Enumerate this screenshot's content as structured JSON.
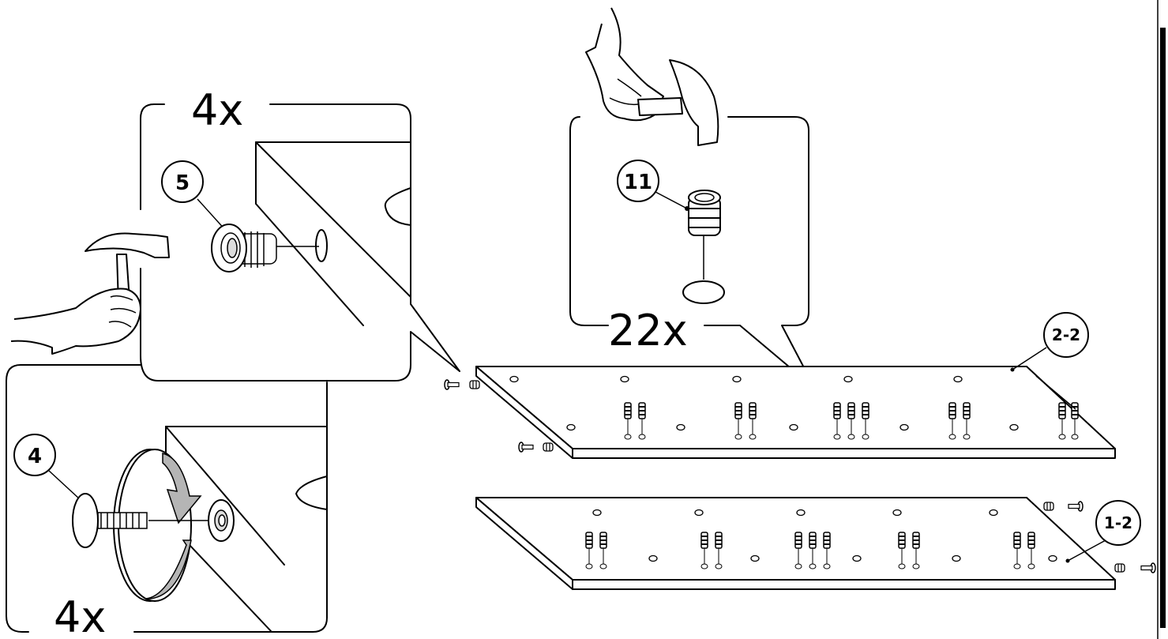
{
  "callouts": {
    "part_5": {
      "number": "5",
      "quantity": "4x"
    },
    "part_4": {
      "number": "4",
      "quantity": "4x"
    },
    "part_11": {
      "number": "11",
      "quantity": "22x"
    }
  },
  "boards": {
    "upper": {
      "label": "2-2"
    },
    "lower": {
      "label": "1-2"
    }
  },
  "icons": [
    "hammer-icon",
    "hand-icon",
    "rotate-arrow-icon",
    "cam-lock-icon",
    "dowel-icon",
    "cam-bolt-icon"
  ]
}
